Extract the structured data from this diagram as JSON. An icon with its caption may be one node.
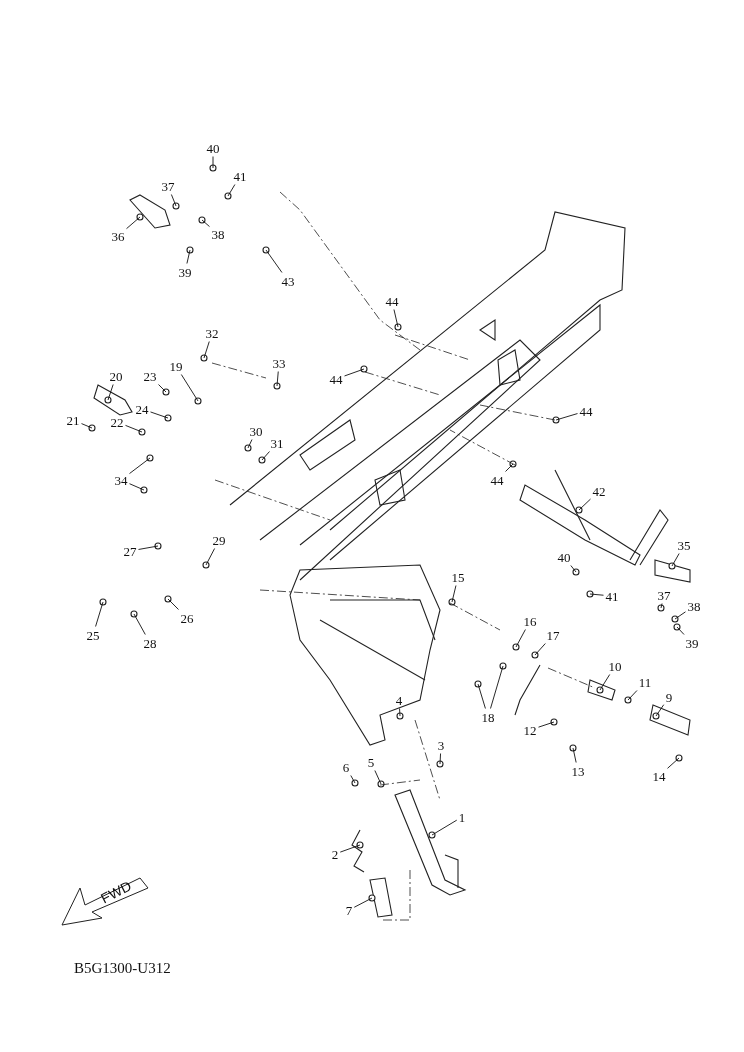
{
  "diagram": {
    "nodes": [
      {
        "text": [
          "40"
        ]
      },
      {
        "text": [
          "41"
        ]
      },
      {
        "text": [
          "37"
        ]
      },
      {
        "text": [
          "38"
        ]
      },
      {
        "text": [
          "36"
        ]
      },
      {
        "text": [
          "39"
        ]
      },
      {
        "text": [
          "43"
        ]
      },
      {
        "text": [
          "32"
        ]
      },
      {
        "text": [
          "44"
        ]
      },
      {
        "text": [
          "19"
        ]
      },
      {
        "text": [
          "33"
        ]
      },
      {
        "text": [
          "20"
        ]
      },
      {
        "text": [
          "23"
        ]
      },
      {
        "text": [
          "44"
        ]
      },
      {
        "text": [
          "24"
        ]
      },
      {
        "text": [
          "44"
        ]
      },
      {
        "text": [
          "30"
        ]
      },
      {
        "text": [
          "31"
        ]
      },
      {
        "text": [
          "21"
        ]
      },
      {
        "text": [
          "22"
        ]
      },
      {
        "text": [
          "44"
        ]
      },
      {
        "text": [
          "34"
        ]
      },
      {
        "text": [
          "42"
        ]
      },
      {
        "text": [
          "29"
        ]
      },
      {
        "text": [
          "35"
        ]
      },
      {
        "text": [
          "27"
        ]
      },
      {
        "text": [
          "40"
        ]
      },
      {
        "text": [
          "15"
        ]
      },
      {
        "text": [
          "41"
        ]
      },
      {
        "text": [
          "37"
        ]
      },
      {
        "text": [
          "38"
        ]
      },
      {
        "text": [
          "26"
        ]
      },
      {
        "text": [
          "16"
        ]
      },
      {
        "text": [
          "39"
        ]
      },
      {
        "text": [
          "17"
        ]
      },
      {
        "text": [
          "25"
        ]
      },
      {
        "text": [
          "28"
        ]
      },
      {
        "text": [
          "10"
        ]
      },
      {
        "text": [
          "11"
        ]
      },
      {
        "text": [
          "18"
        ]
      },
      {
        "text": [
          "4"
        ]
      },
      {
        "text": [
          "9"
        ]
      },
      {
        "text": [
          "12"
        ]
      },
      {
        "text": [
          "3"
        ]
      },
      {
        "text": [
          "13"
        ]
      },
      {
        "text": [
          "6"
        ]
      },
      {
        "text": [
          "5"
        ]
      },
      {
        "text": [
          "1"
        ]
      },
      {
        "text": [
          "2"
        ]
      },
      {
        "text": [
          "14"
        ]
      },
      {
        "text": [
          "7"
        ]
      }
    ],
    "edges": [
      {
        "from": 0,
        "to": null,
        "arrow": "none"
      },
      {
        "from": 1,
        "to": null,
        "arrow": "none"
      },
      {
        "from": 2,
        "to": null,
        "arrow": "none"
      },
      {
        "from": 3,
        "to": null,
        "arrow": "none"
      },
      {
        "from": 4,
        "to": null,
        "arrow": "none"
      },
      {
        "from": 5,
        "to": null,
        "arrow": "none"
      },
      {
        "from": 6,
        "to": null,
        "arrow": "none"
      },
      {
        "from": 7,
        "to": null,
        "arrow": "none"
      },
      {
        "from": 8,
        "to": null,
        "arrow": "none"
      },
      {
        "from": 9,
        "to": null,
        "arrow": "none"
      },
      {
        "from": 10,
        "to": null,
        "arrow": "none"
      },
      {
        "from": 11,
        "to": null,
        "arrow": "none"
      },
      {
        "from": 12,
        "to": null,
        "arrow": "none"
      },
      {
        "from": 13,
        "to": null,
        "arrow": "none"
      },
      {
        "from": 14,
        "to": null,
        "arrow": "none"
      },
      {
        "from": 15,
        "to": null,
        "arrow": "none"
      },
      {
        "from": 16,
        "to": null,
        "arrow": "none"
      },
      {
        "from": 17,
        "to": null,
        "arrow": "none"
      },
      {
        "from": 18,
        "to": null,
        "arrow": "none"
      },
      {
        "from": 19,
        "to": null,
        "arrow": "none"
      },
      {
        "from": 20,
        "to": null,
        "arrow": "none"
      },
      {
        "from": 21,
        "to": null,
        "arrow": "none"
      },
      {
        "from": 21,
        "to": null,
        "arrow": "none"
      },
      {
        "from": 22,
        "to": null,
        "arrow": "none"
      },
      {
        "from": 23,
        "to": null,
        "arrow": "none"
      },
      {
        "from": 24,
        "to": null,
        "arrow": "none"
      },
      {
        "from": 25,
        "to": null,
        "arrow": "none"
      },
      {
        "from": 26,
        "to": null,
        "arrow": "none"
      },
      {
        "from": 27,
        "to": null,
        "arrow": "none"
      },
      {
        "from": 28,
        "to": null,
        "arrow": "none"
      },
      {
        "from": 29,
        "to": null,
        "arrow": "none"
      },
      {
        "from": 30,
        "to": null,
        "arrow": "none"
      },
      {
        "from": 31,
        "to": null,
        "arrow": "none"
      },
      {
        "from": 32,
        "to": null,
        "arrow": "none"
      },
      {
        "from": 33,
        "to": null,
        "arrow": "none"
      },
      {
        "from": 34,
        "to": null,
        "arrow": "none"
      },
      {
        "from": 35,
        "to": null,
        "arrow": "none"
      },
      {
        "from": 36,
        "to": null,
        "arrow": "none"
      },
      {
        "from": 37,
        "to": null,
        "arrow": "none"
      },
      {
        "from": 38,
        "to": null,
        "arrow": "none"
      },
      {
        "from": 39,
        "to": null,
        "arrow": "none"
      },
      {
        "from": 39,
        "to": null,
        "arrow": "none"
      },
      {
        "from": 40,
        "to": null,
        "arrow": "none"
      },
      {
        "from": 41,
        "to": null,
        "arrow": "none"
      },
      {
        "from": 42,
        "to": null,
        "arrow": "none"
      },
      {
        "from": 43,
        "to": null,
        "arrow": "none"
      },
      {
        "from": 44,
        "to": null,
        "arrow": "none"
      },
      {
        "from": 45,
        "to": null,
        "arrow": "none"
      },
      {
        "from": 46,
        "to": null,
        "arrow": "none"
      },
      {
        "from": 47,
        "to": null,
        "arrow": "none"
      },
      {
        "from": 48,
        "to": null,
        "arrow": "none"
      },
      {
        "from": 49,
        "to": null,
        "arrow": "none"
      },
      {
        "from": 50,
        "to": null,
        "arrow": "none"
      }
    ],
    "labels": [
      "FWD",
      "B5G1300-U312"
    ]
  }
}
